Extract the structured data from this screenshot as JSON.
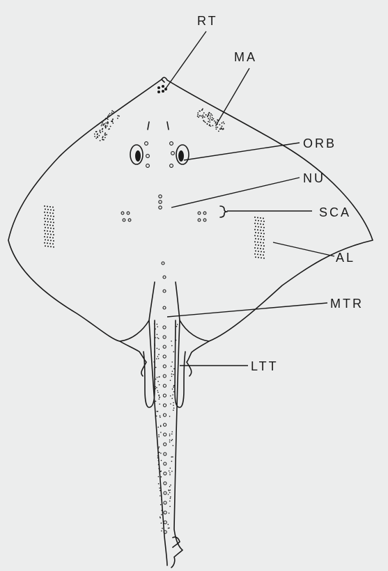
{
  "labels": {
    "rt": "RT",
    "ma": "MA",
    "orb": "ORB",
    "nu": "NU",
    "sca": "SCA",
    "al": "AL",
    "mtr": "MTR",
    "ltt": "LTT"
  },
  "colors": {
    "background": "#eceded",
    "ink": "#1a1a1a"
  }
}
